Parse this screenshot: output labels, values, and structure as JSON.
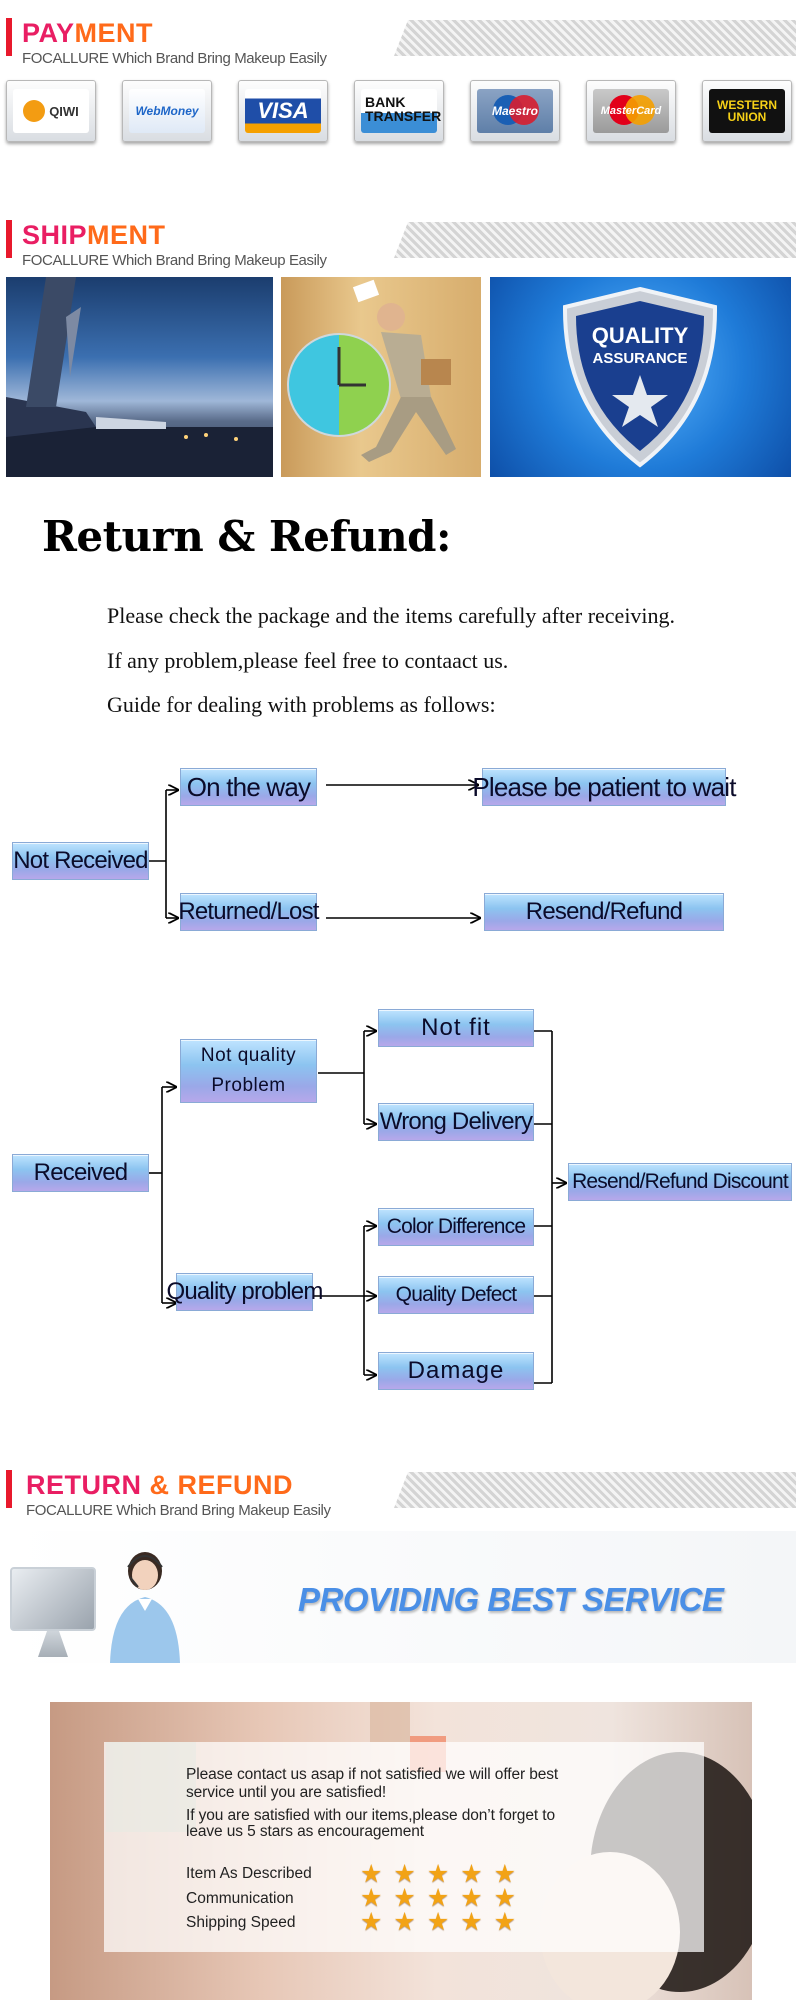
{
  "payment": {
    "title_a": "PAY",
    "title_b": "MENT",
    "subtitle": "FOCALLURE Which Brand Bring Makeup Easily",
    "methods": [
      "QIWI",
      "WebMoney",
      "VISA",
      "BANK TRANSFER",
      "Maestro",
      "MasterCard",
      "WESTERN UNION"
    ],
    "method_colors": {
      "qiwi": "#f39c12",
      "webmoney": "#1e66c8",
      "visa": "#1f4ea8",
      "bank": "#3b8ed6",
      "maestro": "#d81e2f",
      "mastercard": "#f5a000",
      "western": "#f7d117"
    }
  },
  "shipment": {
    "title_a": "SHIP",
    "title_b": "MENT",
    "subtitle": "FOCALLURE Which Brand Bring Makeup Easily",
    "badge_line1": "QUALITY",
    "badge_line2": "ASSURANCE"
  },
  "return_policy": {
    "heading": "Return & Refund:",
    "lines": [
      "Please check the package and the items carefully after receiving.",
      "If any problem,please feel free to contaact us.",
      "Guide for dealing with problems as follows:"
    ]
  },
  "flow": {
    "not_received": "Not Received",
    "on_the_way": "On the way",
    "be_patient": "Please be patient to wait",
    "returned_lost": "Returned/Lost",
    "resend_refund": "Resend/Refund",
    "received": "Received",
    "not_quality_line1": "Not quality",
    "not_quality_line2": "Problem",
    "quality_problem": "Quality problem",
    "not_fit": "Not fit",
    "wrong_delivery": "Wrong Delivery",
    "color_difference": "Color Difference",
    "quality_defect": "Quality Defect",
    "damage": "Damage",
    "resend_refund_discount": "Resend/Refund Discount"
  },
  "refund_section": {
    "title_a": "RETURN",
    "title_amp": " & ",
    "title_b": "REFUND",
    "subtitle": "FOCALLURE Which Brand Bring Makeup Easily",
    "banner": "PROVIDING BEST SERVICE"
  },
  "feedback": {
    "line1": "Please  contact us asap if not satisfied we will offer best",
    "line2": "service until you are satisfied!",
    "line3": "If you are satisfied with our items,please don’t  forget to",
    "line4": "leave us 5 stars as encouragement",
    "ratings": [
      {
        "label": "Item As Described",
        "stars": 5
      },
      {
        "label": "Communication",
        "stars": 5
      },
      {
        "label": "Shipping Speed",
        "stars": 5
      }
    ]
  }
}
